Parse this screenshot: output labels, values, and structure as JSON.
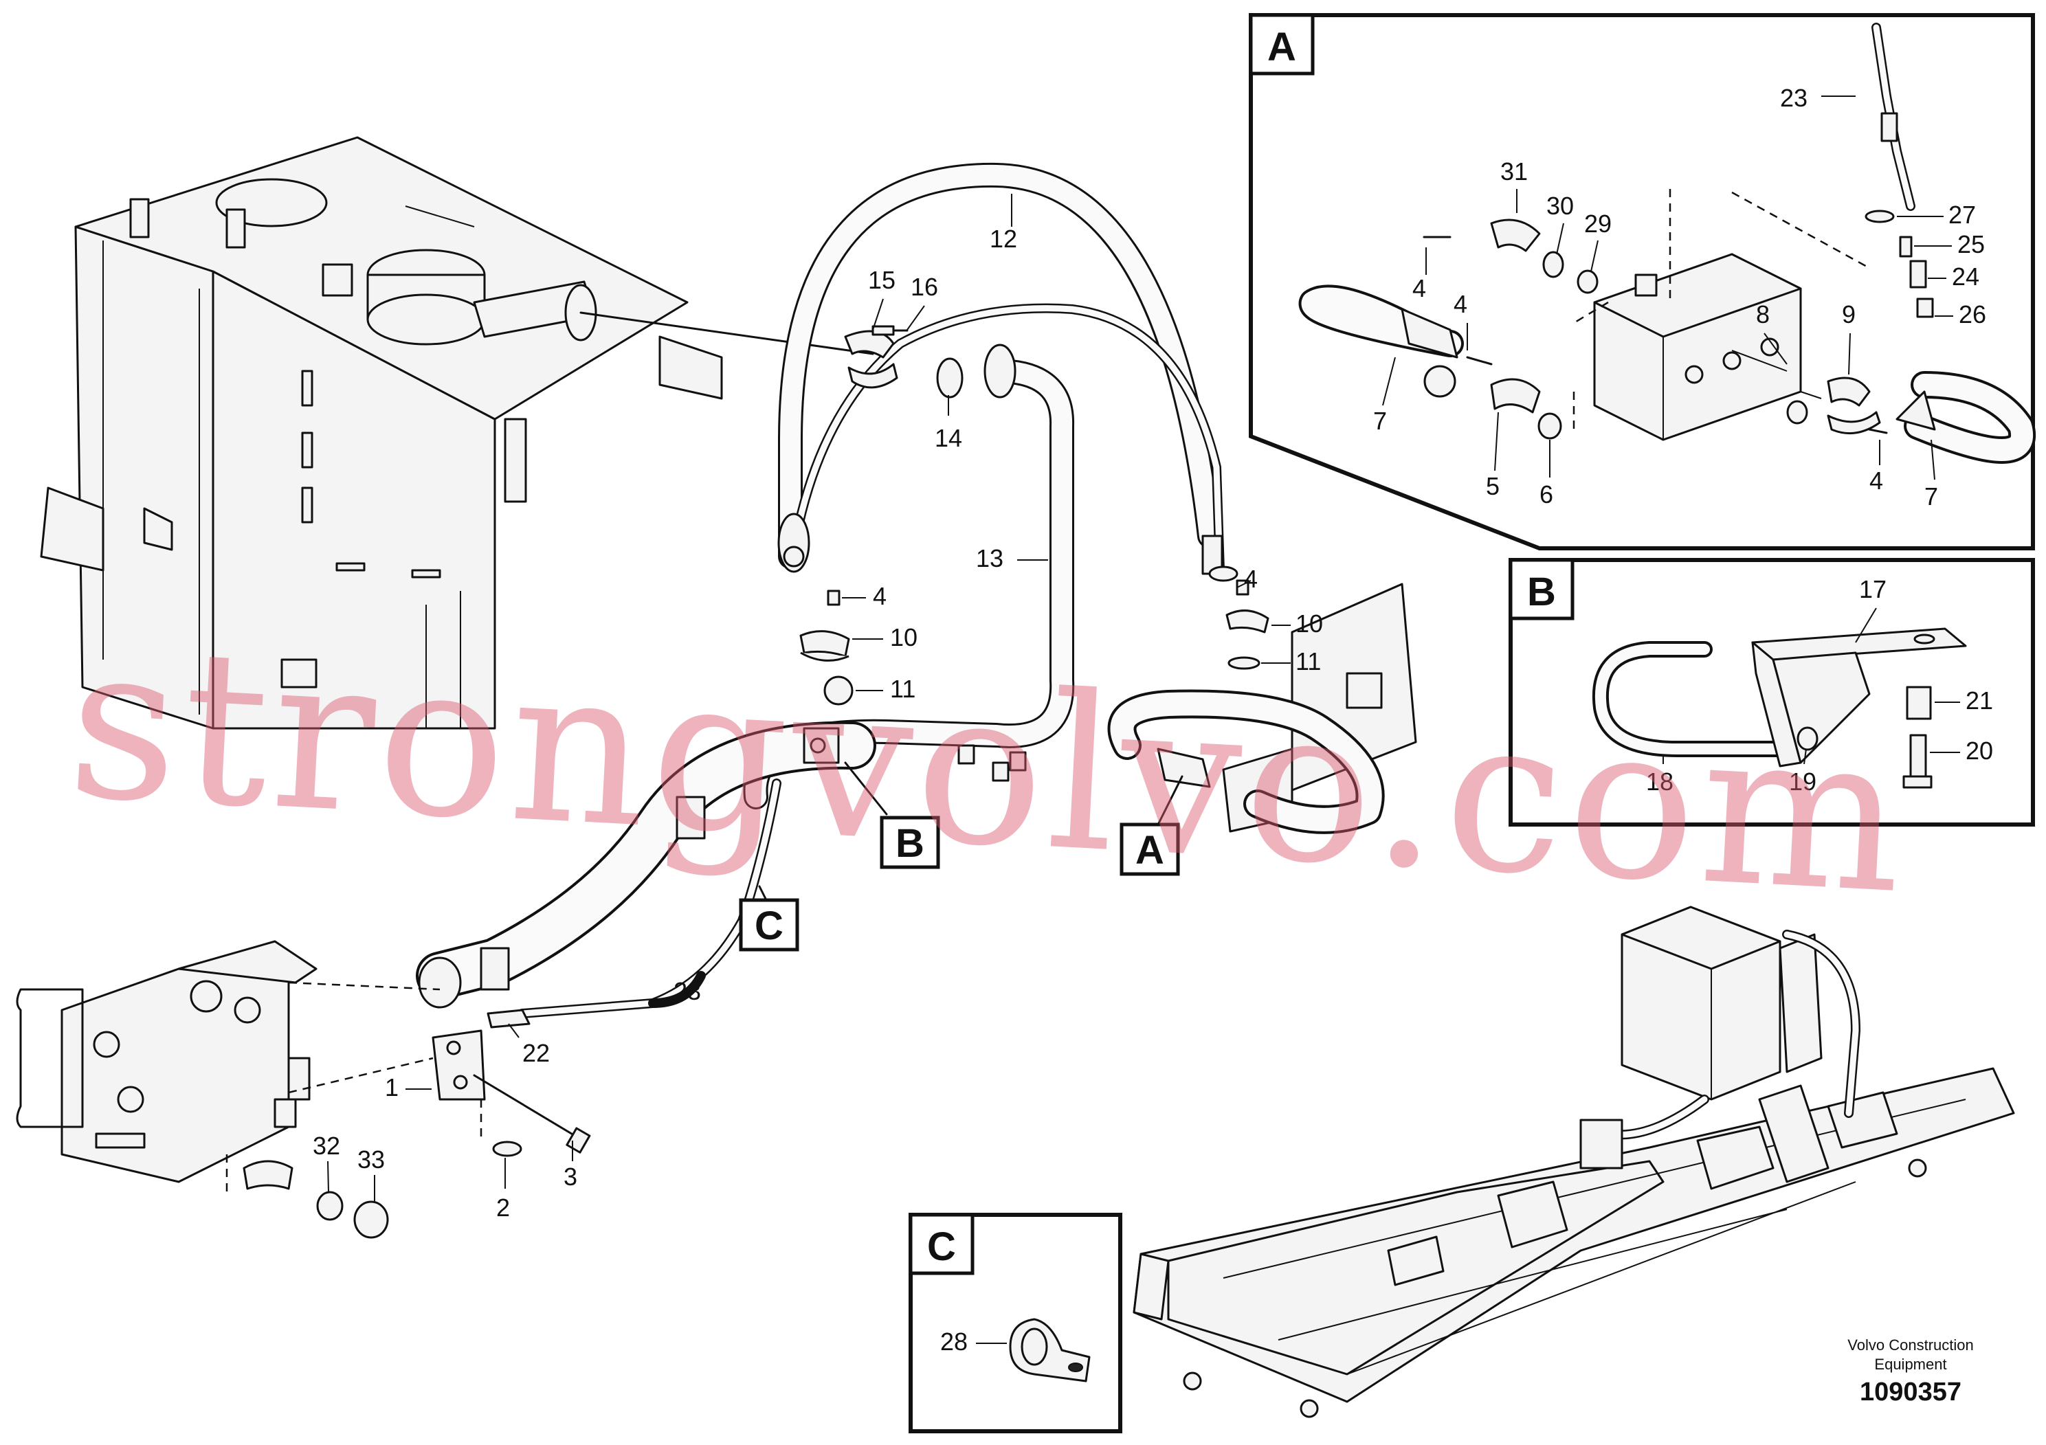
{
  "detail_panels": [
    {
      "id": "A",
      "label": "A"
    },
    {
      "id": "B",
      "label": "B"
    },
    {
      "id": "C",
      "label": "C"
    }
  ],
  "view_tags": [
    {
      "id": "A",
      "label": "A"
    },
    {
      "id": "B",
      "label": "B"
    },
    {
      "id": "C",
      "label": "C"
    }
  ],
  "callouts": {
    "main": [
      "1",
      "2",
      "3",
      "4",
      "4",
      "10",
      "10",
      "11",
      "11",
      "12",
      "13",
      "14",
      "15",
      "16",
      "22",
      "23",
      "32",
      "33"
    ],
    "detail_a": [
      "23",
      "31",
      "30",
      "29",
      "27",
      "25",
      "24",
      "26",
      "4",
      "4",
      "8",
      "9",
      "7",
      "5",
      "6",
      "4",
      "7"
    ],
    "detail_b": [
      "17",
      "21",
      "20",
      "18",
      "19"
    ],
    "detail_c": [
      "28"
    ]
  },
  "watermark": "strongvolvo.com",
  "footer": {
    "maker_line1": "Volvo Construction",
    "maker_line2": "Equipment",
    "document_number": "1090357"
  }
}
